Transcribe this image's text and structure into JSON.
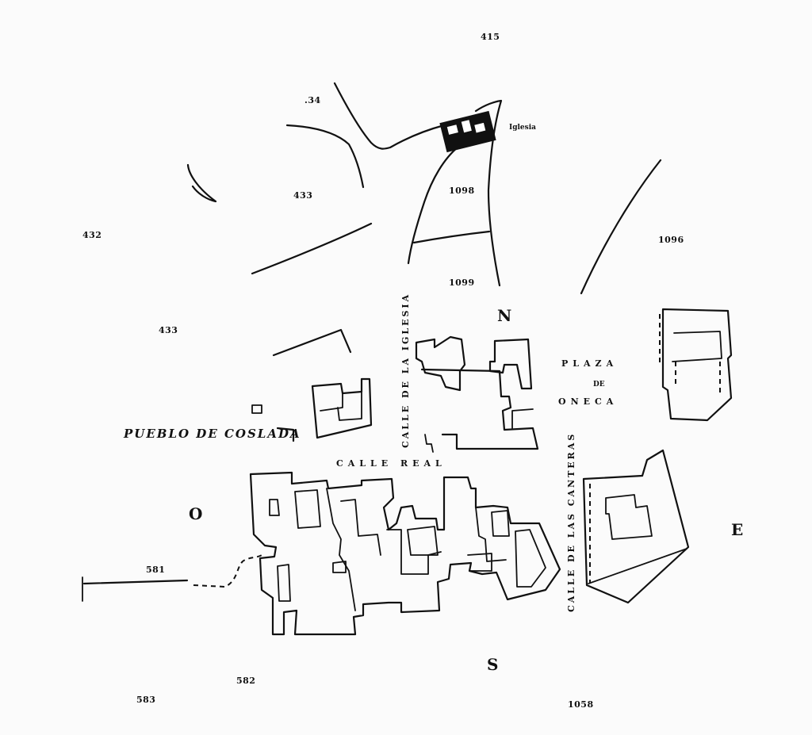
{
  "map": {
    "town_name": "PUEBLO DE COSLADA",
    "church_label": "Iglesia",
    "compass": {
      "north": "N",
      "south": "S",
      "east": "E",
      "west": "O"
    },
    "streets": {
      "calle_iglesia": "CALLE DE LA IGLESIA",
      "calle_real": "CALLE REAL",
      "calle_canteras": "CALLE DE LAS CANTERAS"
    },
    "plaza": {
      "line1": "PLAZA",
      "line2": "DE",
      "line3": "ONECA"
    },
    "parcels": {
      "p415": "415",
      "p434": ".34",
      "p433a": "433",
      "p1098": "1098",
      "p432": "432",
      "p1096": "1096",
      "p1099": "1099",
      "p433b": "433",
      "p581": "581",
      "p582": "582",
      "p583": "583",
      "p1058": "1058"
    }
  }
}
